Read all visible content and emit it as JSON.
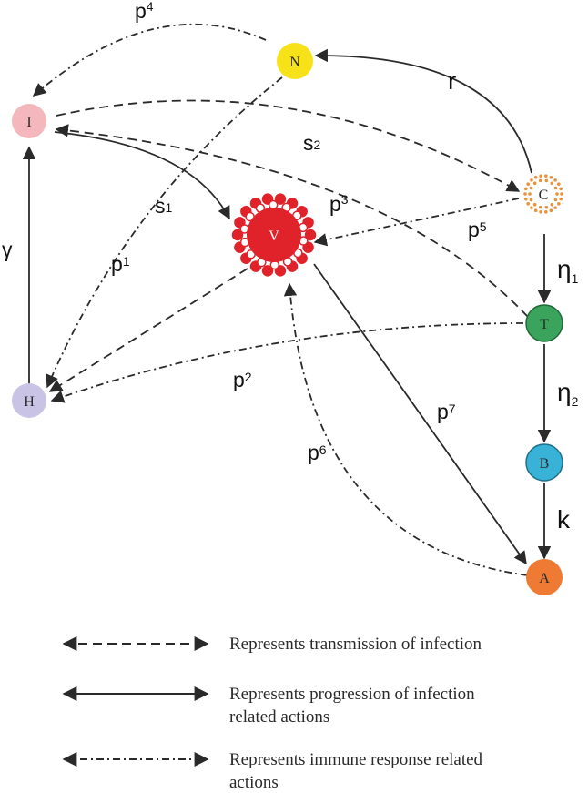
{
  "nodes": {
    "I": {
      "label": "I",
      "color": "#f4b8bc"
    },
    "N": {
      "label": "N",
      "color": "#f7e21a"
    },
    "C": {
      "label": "C",
      "color": "#e8923a"
    },
    "V": {
      "label": "V",
      "color": "#e0232a"
    },
    "T": {
      "label": "T",
      "color": "#3aa45c"
    },
    "H": {
      "label": "H",
      "color": "#c9c3e6"
    },
    "B": {
      "label": "B",
      "color": "#38b2d6"
    },
    "A": {
      "label": "A",
      "color": "#ee7a34"
    }
  },
  "edges": {
    "p4": {
      "text": "p",
      "sub": "4"
    },
    "r": {
      "text": "r"
    },
    "s2": {
      "text": "s",
      "sub": "2"
    },
    "s1": {
      "text": "s",
      "sub": "1"
    },
    "p3": {
      "text": "p",
      "sub": "3"
    },
    "p5": {
      "text": "p",
      "sub": "5"
    },
    "gamma": {
      "text": "γ"
    },
    "p1": {
      "text": "p",
      "sub": "1"
    },
    "eta1": {
      "text": "η",
      "sub": "1"
    },
    "p2": {
      "text": "p",
      "sub": "2"
    },
    "eta2": {
      "text": "η",
      "sub": "2"
    },
    "p7": {
      "text": "p",
      "sub": "7"
    },
    "p6": {
      "text": "p",
      "sub": "6"
    },
    "k": {
      "text": "k"
    }
  },
  "legend": [
    {
      "style": "dashed",
      "lines": [
        "Represents transmission of infection"
      ]
    },
    {
      "style": "solid",
      "lines": [
        "Represents progression of infection",
        "related actions"
      ]
    },
    {
      "style": "dashdot",
      "lines": [
        "Represents immune response related",
        "actions"
      ]
    }
  ]
}
